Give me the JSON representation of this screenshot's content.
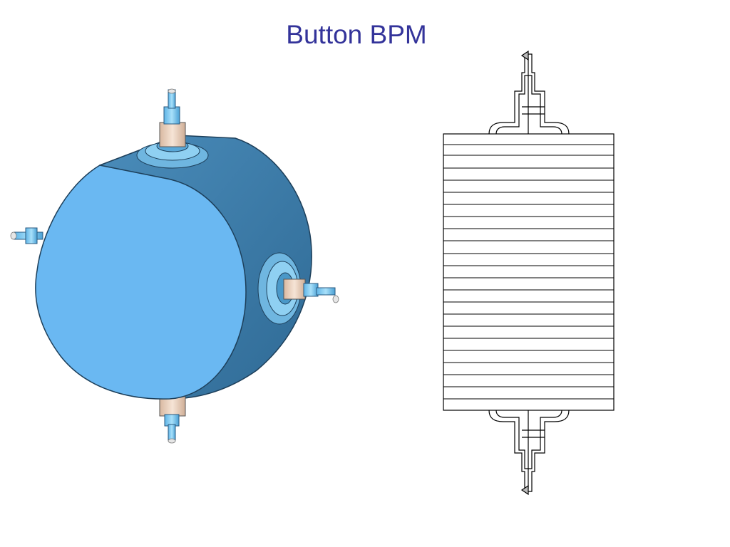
{
  "slide": {
    "title": "Button BPM"
  },
  "figures": {
    "isometric_view": {
      "icon": "bpm-3d-model",
      "colors": {
        "face": "#6ab8f2",
        "body": "#3f7fac",
        "ceramic": "#e8cdb8",
        "pin": "#8fd0f2"
      }
    },
    "side_view": {
      "icon": "bpm-cross-section-drawing",
      "colors": {
        "line": "#000000"
      }
    }
  }
}
